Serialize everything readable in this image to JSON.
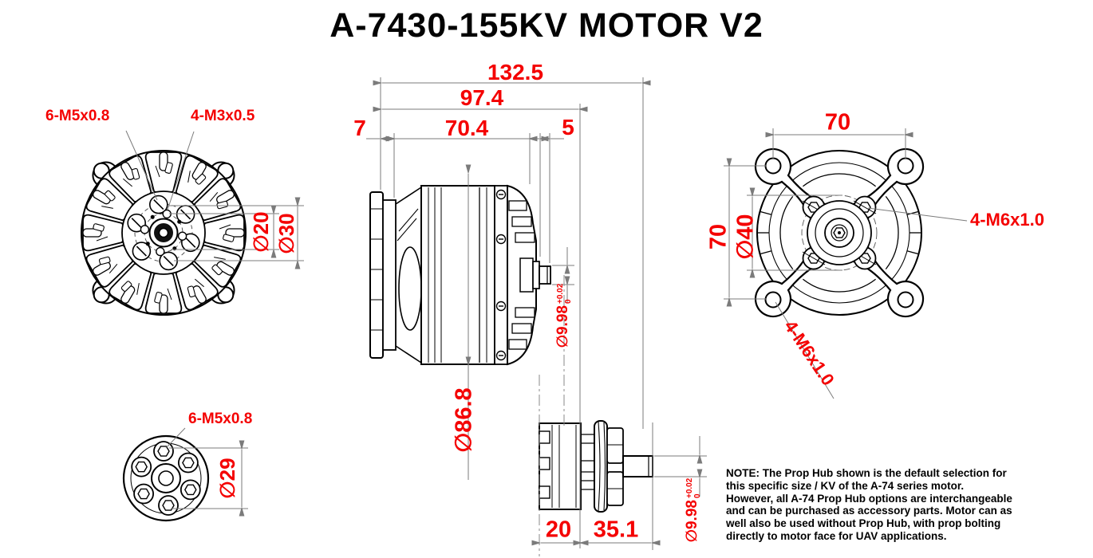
{
  "title": "A-7430-155KV MOTOR V2",
  "front_view": {
    "thread_label_outer": "6-M5x0.8",
    "thread_label_inner": "4-M3x0.5",
    "dia_inner": "∅20",
    "dia_outer": "∅30"
  },
  "side_view": {
    "overall_length": "132.5",
    "body_length": "97.4",
    "flange_width": "7",
    "stator_length": "70.4",
    "shaft_step": "5",
    "body_dia": "∅86.8",
    "shaft_dia": "∅9.98",
    "shaft_tol_upper": "+0.02",
    "shaft_tol_lower": "0"
  },
  "rear_view": {
    "mount_width": "70",
    "mount_height": "70",
    "bolt_circle_dia": "∅40",
    "thread_label_right": "4-M6x1.0",
    "thread_label_lower": "4-M6x1.0"
  },
  "hub_front_view": {
    "thread_label": "6-M5x0.8",
    "bolt_circle_dia": "∅29"
  },
  "hub_side_view": {
    "hub_length": "20",
    "shaft_length": "35.1",
    "shaft_dia": "∅9.98",
    "shaft_tol_upper": "+0.02",
    "shaft_tol_lower": "0"
  },
  "note": "NOTE: The Prop Hub shown is the default selection for\nthis specific size / KV of the A-74 series motor.\nHowever, all A-74 Prop Hub options are interchangeable\nand can be purchased as accessory parts. Motor can as\nwell also be used without Prop Hub, with prop bolting\ndirectly to motor face for UAV applications."
}
